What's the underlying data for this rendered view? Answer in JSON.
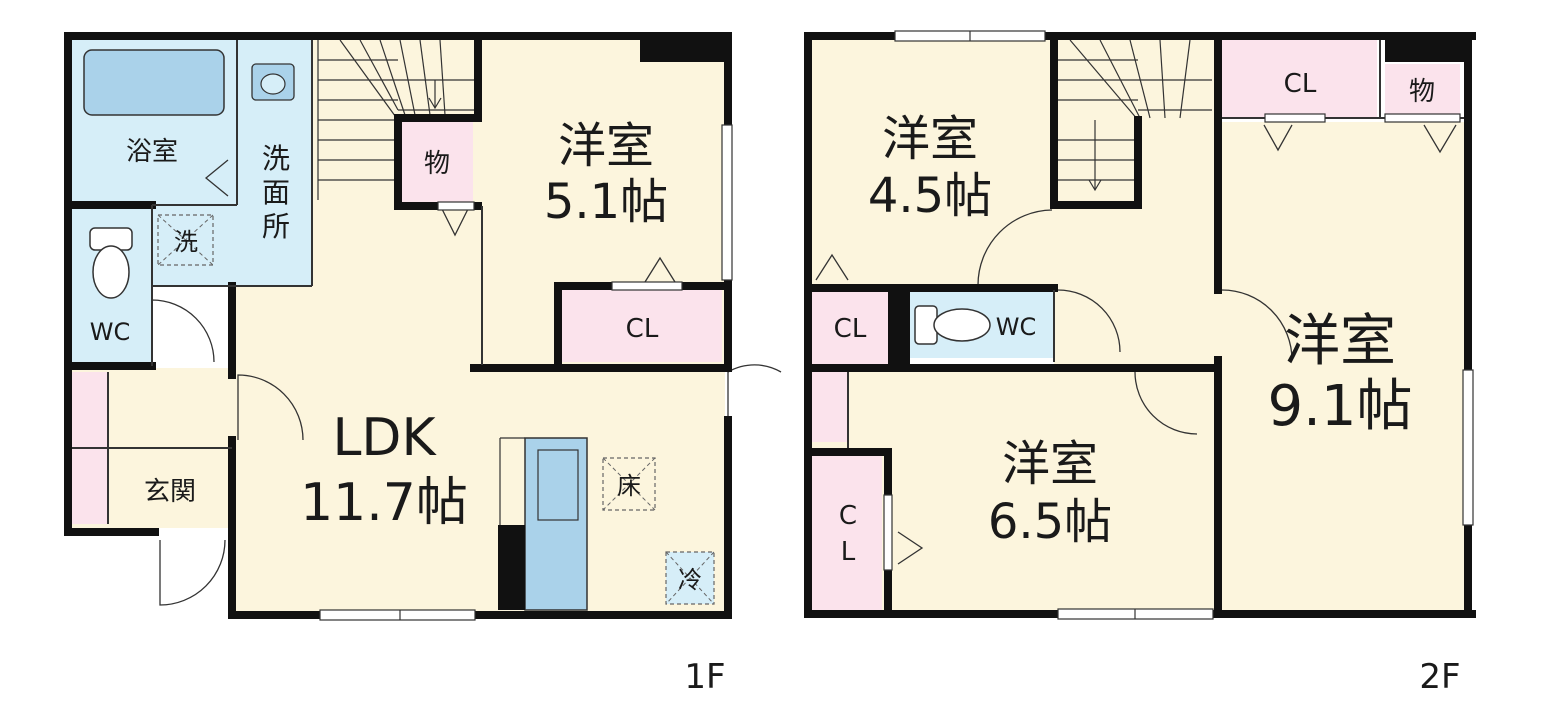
{
  "colors": {
    "wall": "#111111",
    "wood_floor": "#fcf5dd",
    "wet_area": "#d6eef8",
    "closet": "#fbe3ec",
    "fixture": "#aad2ea",
    "line": "#333333"
  },
  "floor1": {
    "label": "1F",
    "rooms": {
      "bath": "浴室",
      "washroom": "洗\n面\n所",
      "washer": "洗",
      "storage": "物",
      "bedroom_name": "洋室",
      "bedroom_size": "5.1帖",
      "closet": "CL",
      "toilet": "WC",
      "entrance": "玄関",
      "ldk_name": "LDK",
      "ldk_size": "11.7帖",
      "floor_storage": "床",
      "fridge": "冷"
    }
  },
  "floor2": {
    "label": "2F",
    "rooms": {
      "room_a_name": "洋室",
      "room_a_size": "4.5帖",
      "closet_left": "CL",
      "toilet": "WC",
      "closet_top": "CL",
      "storage": "物",
      "room_b_name": "洋室",
      "room_b_size": "9.1帖",
      "room_c_name": "洋室",
      "room_c_size": "6.5帖",
      "closet_c1": "C",
      "closet_c2": "L"
    }
  }
}
